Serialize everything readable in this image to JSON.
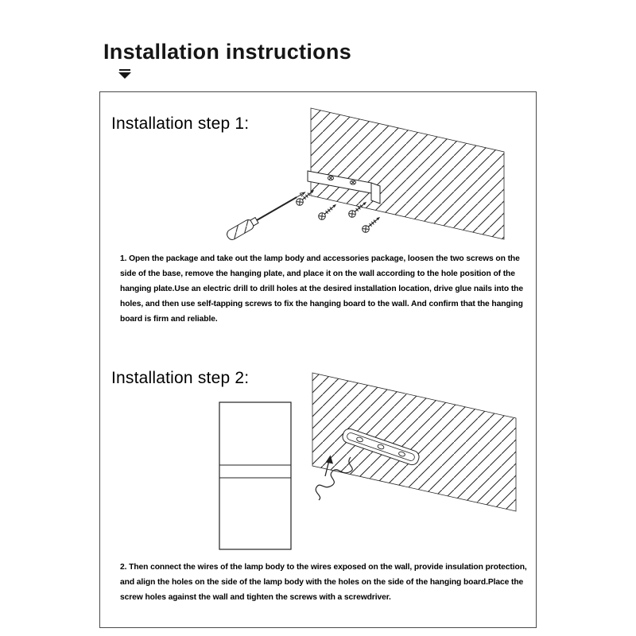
{
  "page": {
    "title": "Installation instructions"
  },
  "icons": {
    "title_caret": "caret-down"
  },
  "colors": {
    "ink": "#000000",
    "line": "#222222",
    "box_border": "#4a4a4a",
    "background": "#ffffff"
  },
  "steps": [
    {
      "heading": "Installation step 1:",
      "body": "1. Open the package and take out the lamp body and accessories package, loosen the two screws on the side of the base, remove the hanging plate, and place it on the wall according to the hole position of the hanging plate.Use an electric drill to drill holes at the desired installation location, drive glue nails into the holes, and then use self-tapping screws to fix the hanging board to the wall. And confirm that the hanging board is firm and reliable."
    },
    {
      "heading": "Installation step 2:",
      "body": "2. Then connect the wires of the lamp body to the wires exposed on the wall, provide insulation protection, and align the holes on the side of the lamp body with the holes on the side of the hanging board.Place the screw holes against the wall and tighten the screws with a screwdriver."
    }
  ]
}
